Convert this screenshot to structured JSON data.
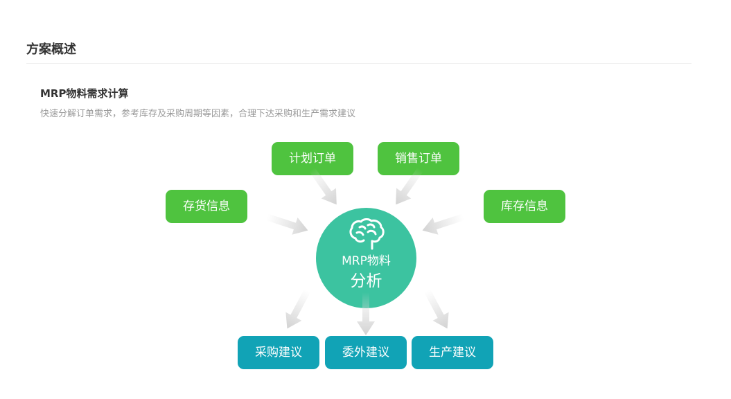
{
  "section": {
    "title": "方案概述"
  },
  "feature": {
    "title": "MRP物料需求计算",
    "description": "快速分解订单需求，参考库存及采购周期等因素，合理下达采购和生产需求建议"
  },
  "diagram": {
    "inputs": [
      {
        "label": "计划订单"
      },
      {
        "label": "销售订单"
      },
      {
        "label": "存货信息"
      },
      {
        "label": "库存信息"
      }
    ],
    "hub": {
      "line1": "MRP物料",
      "line2": "分析",
      "icon": "brain-icon"
    },
    "outputs": [
      {
        "label": "采购建议"
      },
      {
        "label": "委外建议"
      },
      {
        "label": "生产建议"
      }
    ],
    "colors": {
      "input": "#4fc33f",
      "output": "#11a3b6",
      "hub": "#3cc3a0",
      "arrow": "#d9d9d9"
    }
  }
}
